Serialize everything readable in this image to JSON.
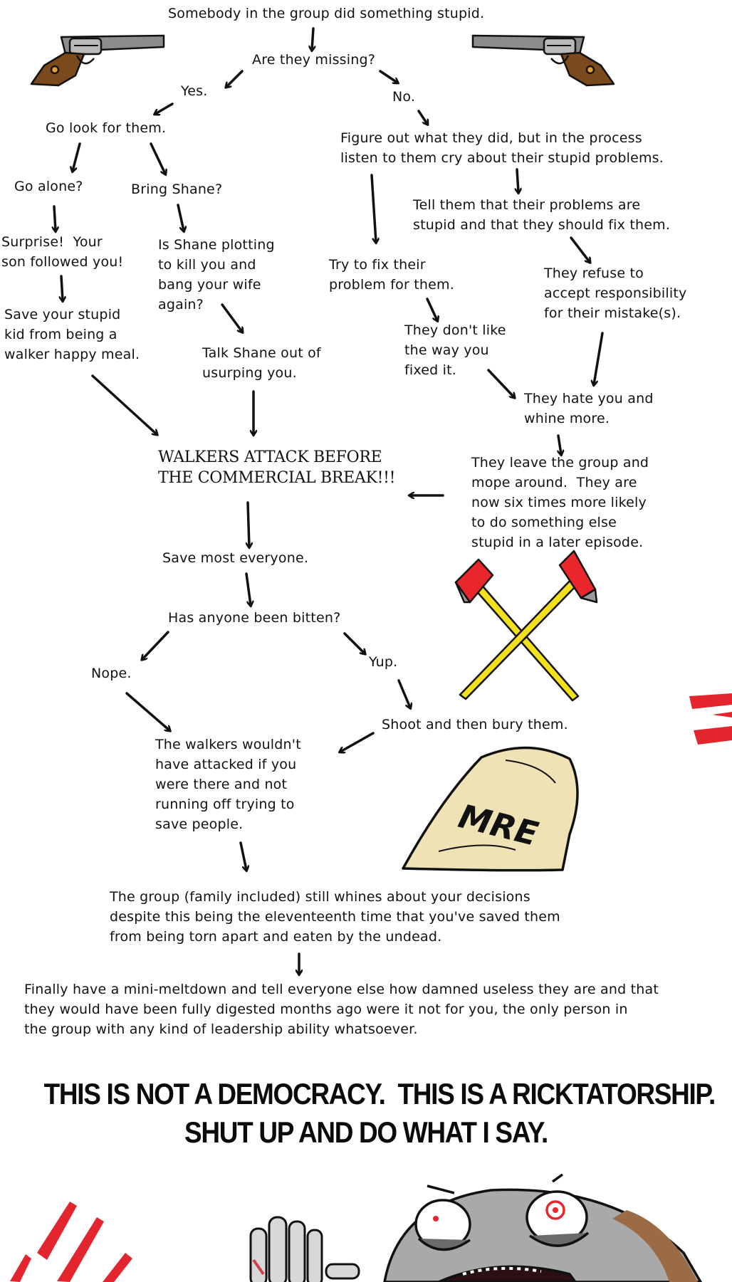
{
  "flowchart": {
    "start": "Somebody in the group did something stupid.",
    "missing_q": "Are they missing?",
    "yes": "Yes.",
    "no": "No.",
    "go_look": "Go look for them.",
    "go_alone": "Go alone?",
    "bring_shane": "Bring Shane?",
    "surprise": "Surprise!  Your\nson followed you!",
    "save_kid": "Save your stupid\nkid from being a\nwalker happy meal.",
    "shane_plotting": "Is Shane plotting\nto kill you and\nbang your wife\nagain?",
    "talk_shane": "Talk Shane out of\nusurping you.",
    "figure_out": "Figure out what they did, but in the process\nlisten to them cry about their stupid problems.",
    "tell_them": "Tell them that their problems are\nstupid and that they should fix them.",
    "try_fix": "Try to fix their\nproblem for them.",
    "refuse": "They refuse to\naccept responsibility\nfor their mistake(s).",
    "dont_like": "They don't like\nthe way you\nfixed it.",
    "hate_you": "They hate you and\nwhine more.",
    "leave_group": "They leave the group and\nmope around.  They are\nnow six times more likely\nto do something else\nstupid in a later episode.",
    "walkers_attack": "WALKERS ATTACK BEFORE\nTHE COMMERCIAL BREAK!!!",
    "save_most": "Save most everyone.",
    "bitten_q": "Has anyone been bitten?",
    "nope": "Nope.",
    "yup": "Yup.",
    "shoot_bury": "Shoot and then bury them.",
    "wouldnt_attack": "The walkers wouldn't\nhave attacked if you\nwere there and not\nrunning off trying to\nsave people.",
    "group_whines": "The group (family included) still whines about your decisions\ndespite this being the eleventeenth time that you've saved them\nfrom being torn apart and eaten by the undead.",
    "meltdown": "Finally have a mini-meltdown and tell everyone else how damned useless they are and that\nthey would have been fully digested months ago were it not for you, the only person in\nthe group with any kind of leadership ability whatsoever."
  },
  "banner": {
    "line1": "THIS IS NOT A DEMOCRACY.  THIS IS A RICKTATORSHIP.",
    "line2": "SHUT UP AND DO WHAT I SAY."
  },
  "grave_label": "MRE",
  "icons": [
    "revolver-icon",
    "crossed-axes-icon",
    "tombstone-icon",
    "zombie-face-icon",
    "zombie-hand-icon",
    "blood-scratch-icon"
  ],
  "colors": {
    "ink": "#111111",
    "axe_head": "#e8262c",
    "axe_handle": "#f2e01c",
    "gravestone": "#efe2b4",
    "blood": "#e3262e",
    "zombie_skin": "#a9a9a9",
    "gun_grip": "#7a4a1c"
  }
}
